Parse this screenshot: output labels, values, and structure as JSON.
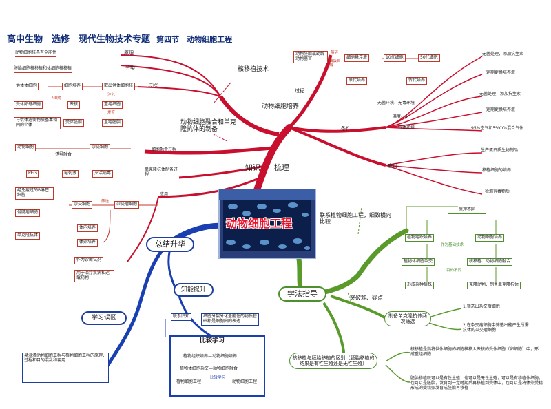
{
  "header": {
    "title": "高中生物　选修　现代生物技术专题",
    "section": "第四节　动物细胞工程"
  },
  "center": {
    "label": "动物细胞工程"
  },
  "knowledge": {
    "label_a": "知识",
    "label_b": "梳理",
    "nuclear_transfer": {
      "label": "核移植技术",
      "principle": "原理",
      "principle_text": "动物细胞核具有全能性",
      "category": "分类",
      "category_text": "胚胎细胞核移植和体细胞核移植",
      "process": "过程",
      "process_boxes": [
        "供体体细胞",
        "细胞培养",
        "取出供体细胞核",
        "注入",
        "重组细胞",
        "受体卵母细胞",
        "去核",
        "MII期",
        "发育",
        "与供体遗传物质基本相同的个体",
        "受体胚胎",
        "重组胚胎"
      ]
    },
    "culture": {
      "label": "动物细胞培养",
      "process": "过程",
      "process_boxes": [
        "动物胚胎或幼龄动物器官",
        "细胞悬浮液",
        "10代细胞",
        "50代细胞",
        "原代培养",
        "传代培养"
      ],
      "process_notes": [
        "剪碎",
        "胰蛋白酶"
      ],
      "conditions": "条件",
      "condition_items": [
        "无菌环境、无毒环境",
        "温度、pH",
        "气体环境"
      ],
      "condition_details": [
        "无菌处理，添加抗生素",
        "定期更换培养液",
        "无菌处理，添加抗生素",
        "定期更换培养液",
        "95%空气和5%CO₂混合气体"
      ],
      "application": "应用",
      "applications": [
        "生产蛋白质生物制品",
        "移植细胞的培养",
        "检测有毒物质"
      ]
    },
    "fusion": {
      "label": "动物细胞融合和单克隆抗体的制备",
      "fusion_process": "细胞融合过程",
      "boxes": [
        "动物细胞",
        "杂交细胞",
        "诱导融合",
        "PEG",
        "电刺激",
        "灭活病毒"
      ],
      "mab_process": "单克隆抗体制备过程",
      "application": "应用",
      "mab_boxes": [
        "经免疫过的B淋巴细胞",
        "骨髓瘤细胞",
        "杂交细胞",
        "杂交瘤细胞",
        "体内培养",
        "体外培养",
        "单克隆抗体"
      ],
      "mab_note": "筛选",
      "uses": [
        "作为诊断试剂",
        "用于治疗疾病和运载药物"
      ]
    }
  },
  "summary": {
    "label": "总结升华",
    "mistakes": {
      "label": "学习误区",
      "text": "易混淆动物细胞工程与植物细胞工程的原理、过程和目的混乱和套用"
    },
    "ability": {
      "label": "知能提升",
      "link": "联系旧知",
      "text": "细胞分裂分化全能性的物质基础都是细胞内的表达"
    },
    "compare": {
      "label": "比较学习",
      "lines": [
        "植物组织培养—动物细胞培养",
        "植物体细胞杂交—动物细胞融合"
      ],
      "bottom_left": "植物细胞工程",
      "bottom_mid": "比较学习",
      "bottom_right": "动物细胞工程"
    }
  },
  "method": {
    "label": "学法指导",
    "intro": "联系植物细胞工程，细致横向比较",
    "root_box": "原理不同",
    "left_box": "植物组织培养",
    "right_box": "动物细胞培养",
    "mid_note": "作为基础技术",
    "left_box2": "植物体细胞杂交",
    "right_box2": "核移植、动物细胞融合",
    "mid_note2": "目的不同",
    "left_box3": "形成杂种植株",
    "right_box3": "克隆动物、制备单克隆抗体",
    "breakthrough": "突破难、疑点",
    "q1": {
      "label": "制备单克隆抗体两次筛选",
      "items": [
        "1.筛选出杂交瘤细胞",
        "2.在杂交瘤细胞中筛选出能产生所需抗体的杂交瘤细胞"
      ]
    },
    "q2": {
      "label": "核移植与胚胎移植的区别（胚胎移植的结果是有性生殖还是无性生殖）",
      "items": [
        "核移植是指将供体细胞的细胞核移入去核的受体细胞（卵细胞）中，形成重组细胞",
        "胚胎移植既可以是有性生殖，也可以是无性生殖，可以是有移植体细胞，也可以是胚胎，发育到一定时期后再移植到受体中，也可以是将体外受精形成的受精卵发育成胚胎再移植"
      ]
    }
  },
  "colors": {
    "knowledge": "#c8102e",
    "summary": "#1a3fb0",
    "method": "#5a9a2a",
    "title": "#14307a"
  }
}
